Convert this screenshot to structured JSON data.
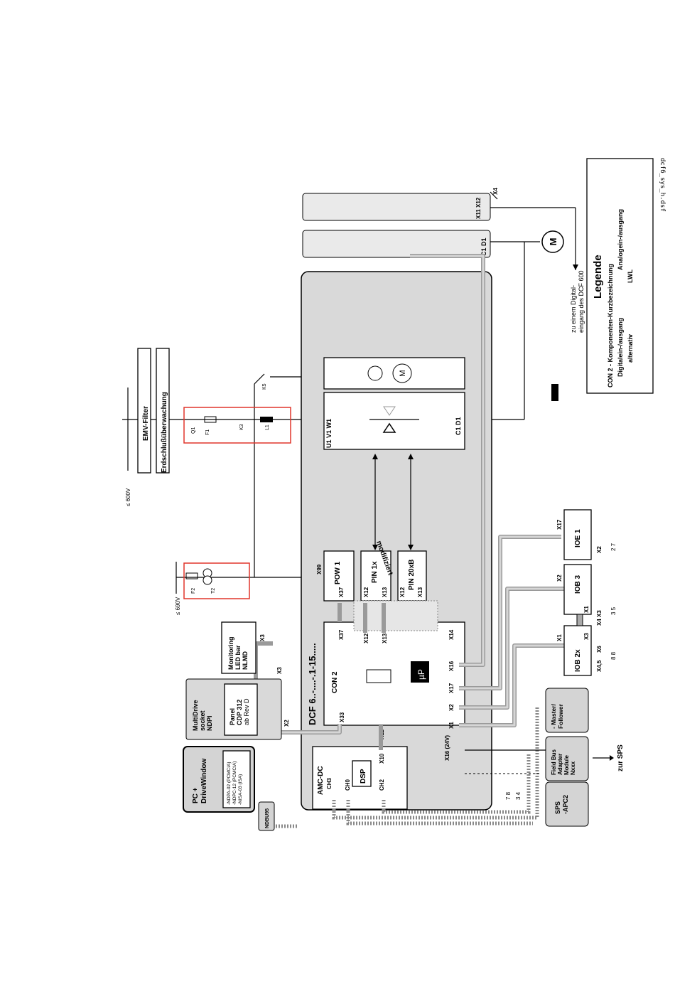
{
  "file_id": "dcf6_sys_h.dsf",
  "supply": {
    "voltage_main": "≤ 600V",
    "voltage_aux": "≤ 690V",
    "emv_filter": "EMV-Filter",
    "earth_fault": "Erdschlußüberwachung",
    "labels": {
      "q1": "Q1",
      "f1": "F1",
      "k3": "K3",
      "l1": "L1",
      "k5": "K5",
      "f2": "F2",
      "t2": "T2"
    }
  },
  "converter": {
    "title": "DCF 6..-....-.1-15.....",
    "con2": "CON 2",
    "up": "µP",
    "amc": "AMC-DC",
    "dsp": "DSP",
    "pow": "POW 1",
    "pin1": "PIN 1x",
    "pin2": "PIN 20xB",
    "modified": "modifiziert",
    "bridge_in": "U1 V1 W1",
    "bridge_out": "C1 D1",
    "fan_out": "C1 D1",
    "field_out": "X11 X12",
    "x4": "X4"
  },
  "connectors": {
    "x99": "X99",
    "x37": "X37",
    "x12": "X12",
    "x13": "X13",
    "x14": "X14",
    "x16": "X16",
    "x17": "X17",
    "x2": "X2",
    "x1": "X1",
    "x33": "X33",
    "x11": "X11",
    "x10": "X10",
    "x16_24v": "X16\n(24V)",
    "ch3": "CH3",
    "ch0": "CH0",
    "ch2": "CH2",
    "x3": "X3"
  },
  "io_boards": {
    "ioe1": "IOE 1",
    "iob3": "IOB 3",
    "iob2": "IOB 2x",
    "x17": "X17",
    "x2": "X2",
    "x1": "X1",
    "x3": "X3",
    "x4x3": "X4 X3",
    "x45": "X4,5",
    "x6": "X6",
    "sig_ioe": "2 7",
    "sig_iob3": "3 5",
    "sig_iob2": "8 8",
    "sig_x16": "7 8",
    "sig_x16b": "3 4"
  },
  "peripherals": {
    "monitoring": "Monitoring\nLED bar\nNLMD",
    "multidrive": "MultiDrive\nsocket\nNDPI",
    "panel": "Panel\nCDP 312\nab Rev D",
    "pc": "PC +\nDriveWindow",
    "pc_cards": "-NDPA-02 (PCMCIA)\n-NDPC-12 (PCMCIA)\n-NISA-03 (ISA)",
    "ndbu": "NDBU95",
    "master": "- Master/\nFollower",
    "fieldbus": "Field Bus\nAdapter\nModule\nNxxx",
    "sps": "SPS\n-APC2",
    "zur_sps": "zur SPS"
  },
  "legend": {
    "title": "Legende",
    "line1": "CON 2 - Komponenten-Kurzbezeichnung",
    "line2": "Digitalein-/ausgang",
    "line2b": "Analogein-/ausgang",
    "line3": "alternativ",
    "line3b": "LWL",
    "note": "zu einem Digital-\neingang des  DCF 600",
    "motor": "M"
  }
}
